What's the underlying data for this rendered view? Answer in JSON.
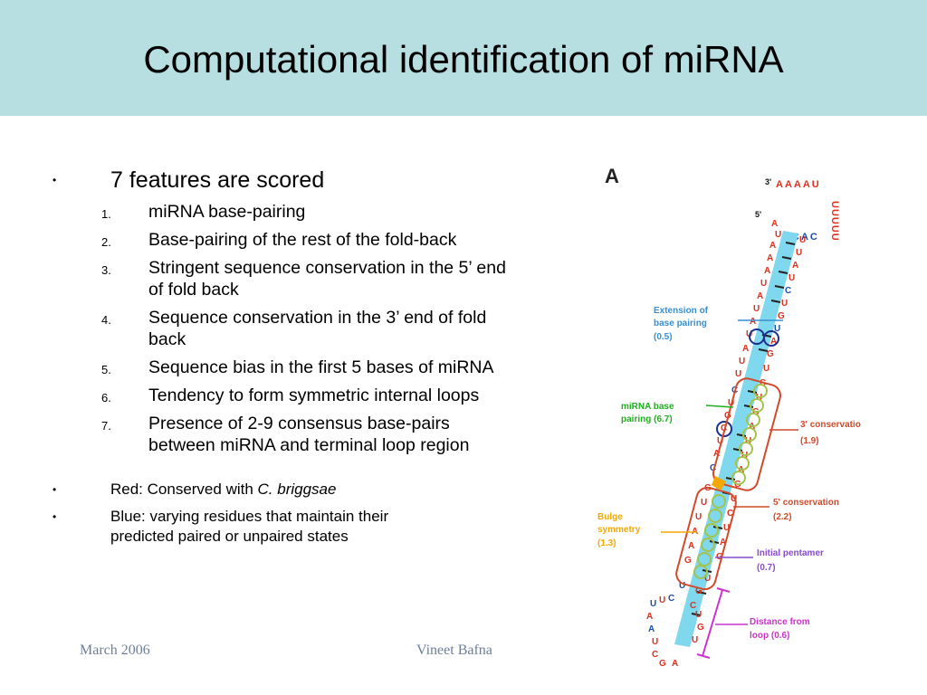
{
  "slide": {
    "title": "Computational identification of miRNA"
  },
  "main_bullet": "7 features are scored",
  "features": [
    {
      "num": "1.",
      "text": "miRNA base-pairing"
    },
    {
      "num": "2.",
      "text": "Base-pairing of the rest of the fold-back"
    },
    {
      "num": "3.",
      "text": "Stringent sequence conservation in the 5’ end of fold back"
    },
    {
      "num": "4.",
      "text": "Sequence conservation in the 3’ end of fold back"
    },
    {
      "num": "5.",
      "text": "Sequence bias in the first 5 bases of miRNA"
    },
    {
      "num": "6.",
      "text": "Tendency to form symmetric internal loops"
    },
    {
      "num": "7.",
      "text": "Presence of 2-9 consensus base-pairs between miRNA and terminal loop region"
    }
  ],
  "notes": {
    "red_prefix": "Red: Conserved with ",
    "red_species": "C. briggsae",
    "blue": "Blue: varying residues that maintain their predicted paired or unpaired states"
  },
  "footer": {
    "date": "March 2006",
    "author": "Vineet Bafna"
  },
  "figure": {
    "panel_label": "A",
    "end3": "3'",
    "end5": "5'",
    "loop_top": "AAAAU",
    "loop_right": "UUUUU",
    "loop_bottom": "CAC",
    "ann_extension_1": "Extension of",
    "ann_extension_2": "base pairing",
    "ann_extension_3": "(0.5)",
    "ann_mirna_1": "miRNA base",
    "ann_mirna_2": "pairing  (6.7)",
    "ann_3cons_1": "3' conservatio",
    "ann_3cons_2": "(1.9)",
    "ann_5cons_1": "5' conservation",
    "ann_5cons_2": "(2.2)",
    "ann_bulge_1": "Bulge",
    "ann_bulge_2": "symmetry",
    "ann_bulge_3": "(1.3)",
    "ann_pentamer_1": "Initial pentamer",
    "ann_pentamer_2": "(0.7)",
    "ann_distance_1": "Distance from",
    "ann_distance_2": "loop (0.6)",
    "colors": {
      "title_bg": "#b7dfe2",
      "stem": "#7fd8ee",
      "conserved": "#e0301e",
      "varying": "#1c2f8c",
      "mirna": "#1fae1f",
      "three_cons": "#d14a2a",
      "bulge": "#f5a800",
      "pentamer": "#8a4bd0",
      "distance": "#cc33cc",
      "extension": "#3a8fd0"
    }
  }
}
